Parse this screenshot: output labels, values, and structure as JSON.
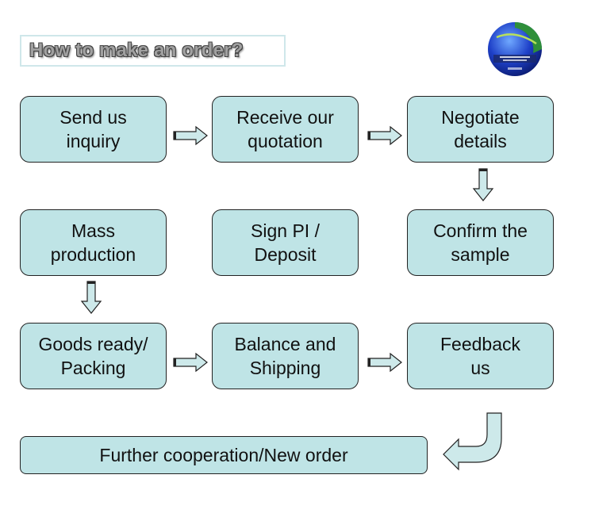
{
  "title": "How to make an order?",
  "steps": {
    "inquiry": "Send us\ninquiry",
    "quotation": "Receive our\nquotation",
    "negotiate": "Negotiate\ndetails",
    "confirm": "Confirm the\nsample",
    "sign": "Sign PI /\nDeposit",
    "mass": "Mass\nproduction",
    "goods": "Goods ready/\nPacking",
    "balance": "Balance and\nShipping",
    "feedback": "Feedback\nus",
    "further": "Further cooperation/New order"
  },
  "colors": {
    "node_fill": "#bfe4e6",
    "node_border": "#222222",
    "arrow_fill": "#cde9ea",
    "title_text": "#a0a0a0",
    "title_border": "#cfe7ea"
  },
  "logo": {
    "icon": "globe-logo-icon"
  }
}
